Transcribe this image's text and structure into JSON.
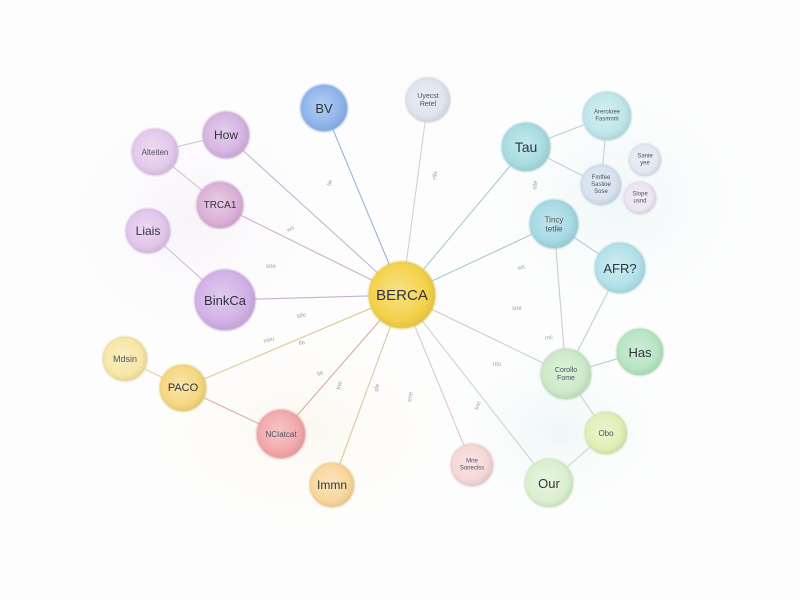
{
  "diagram": {
    "center": {
      "id": "berca",
      "label": "BERCA",
      "color": "#f4d24a"
    },
    "nodes": [
      {
        "id": "bv",
        "label": "BV",
        "color": "#8eb4ea"
      },
      {
        "id": "top",
        "label": "Uyecst\nRetel",
        "color": "#dfe4ee"
      },
      {
        "id": "tau",
        "label": "Tau",
        "color": "#a7dce0"
      },
      {
        "id": "tr1",
        "label": "Areroloee\nFasmnm",
        "color": "#bfe6ea"
      },
      {
        "id": "tr2",
        "label": "Sanie\nyee",
        "color": "#e2e8f2"
      },
      {
        "id": "tr3",
        "label": "Fmtfee\nSaslioe\nSose",
        "color": "#d6e2ee"
      },
      {
        "id": "tr4",
        "label": "Slope\nusnd",
        "color": "#ece4f2"
      },
      {
        "id": "tiny",
        "label": "Tincy\ntetlie",
        "color": "#a5d9e4"
      },
      {
        "id": "afr",
        "label": "AFR?",
        "color": "#b2e1ea"
      },
      {
        "id": "has",
        "label": "Has",
        "color": "#b6e4c3"
      },
      {
        "id": "corollo",
        "label": "Corollo\nFome",
        "color": "#cce9c8"
      },
      {
        "id": "obo",
        "label": "Obo",
        "color": "#e0efb6"
      },
      {
        "id": "our",
        "label": "Our",
        "color": "#dbf0cf"
      },
      {
        "id": "sml",
        "label": "Mrie\nSoneclss",
        "color": "#f5d7d5"
      },
      {
        "id": "imm",
        "label": "Immn",
        "color": "#f8d79b"
      },
      {
        "id": "nc",
        "label": "NCIatcat",
        "color": "#f3a8ab"
      },
      {
        "id": "paco",
        "label": "PACO",
        "color": "#f6d781"
      },
      {
        "id": "mdin",
        "label": "Mdsin",
        "color": "#f8e6a6"
      },
      {
        "id": "bc",
        "label": "BinkCa",
        "color": "#d2b1e6"
      },
      {
        "id": "lis",
        "label": "Liais",
        "color": "#e0c6ea"
      },
      {
        "id": "trc",
        "label": "TRCA1",
        "color": "#dcb0d8"
      },
      {
        "id": "how",
        "label": "How",
        "color": "#d6b4e2"
      },
      {
        "id": "alt",
        "label": "Alteiten",
        "color": "#e3c8eb"
      }
    ],
    "edges": [
      {
        "from": "berca",
        "to": "bv"
      },
      {
        "from": "berca",
        "to": "top"
      },
      {
        "from": "berca",
        "to": "tau"
      },
      {
        "from": "berca",
        "to": "tiny"
      },
      {
        "from": "berca",
        "to": "corollo"
      },
      {
        "from": "berca",
        "to": "our"
      },
      {
        "from": "berca",
        "to": "sml"
      },
      {
        "from": "berca",
        "to": "imm"
      },
      {
        "from": "berca",
        "to": "nc"
      },
      {
        "from": "berca",
        "to": "paco"
      },
      {
        "from": "berca",
        "to": "bc"
      },
      {
        "from": "berca",
        "to": "trc"
      },
      {
        "from": "berca",
        "to": "how"
      },
      {
        "from": "tau",
        "to": "tr1"
      },
      {
        "from": "tau",
        "to": "tr3"
      },
      {
        "from": "tr1",
        "to": "tr3"
      },
      {
        "from": "tiny",
        "to": "afr"
      },
      {
        "from": "tiny",
        "to": "corollo"
      },
      {
        "from": "afr",
        "to": "corollo"
      },
      {
        "from": "corollo",
        "to": "has"
      },
      {
        "from": "corollo",
        "to": "obo"
      },
      {
        "from": "obo",
        "to": "our"
      },
      {
        "from": "paco",
        "to": "mdin"
      },
      {
        "from": "paco",
        "to": "nc"
      },
      {
        "from": "bc",
        "to": "lis"
      },
      {
        "from": "trc",
        "to": "alt"
      },
      {
        "from": "how",
        "to": "alt"
      }
    ],
    "edge_labels": [
      {
        "text": "ws"
      },
      {
        "text": "lie"
      },
      {
        "text": "rtfe"
      },
      {
        "text": "sne"
      },
      {
        "text": "stfe"
      },
      {
        "text": "nsiu"
      },
      {
        "text": "site"
      },
      {
        "text": "ws"
      },
      {
        "text": "sne"
      },
      {
        "text": "lie"
      },
      {
        "text": "tne"
      },
      {
        "text": "sfe"
      },
      {
        "text": "ene"
      },
      {
        "text": "nlo"
      },
      {
        "text": "tne"
      },
      {
        "text": "tle"
      },
      {
        "text": "rnc"
      }
    ]
  }
}
